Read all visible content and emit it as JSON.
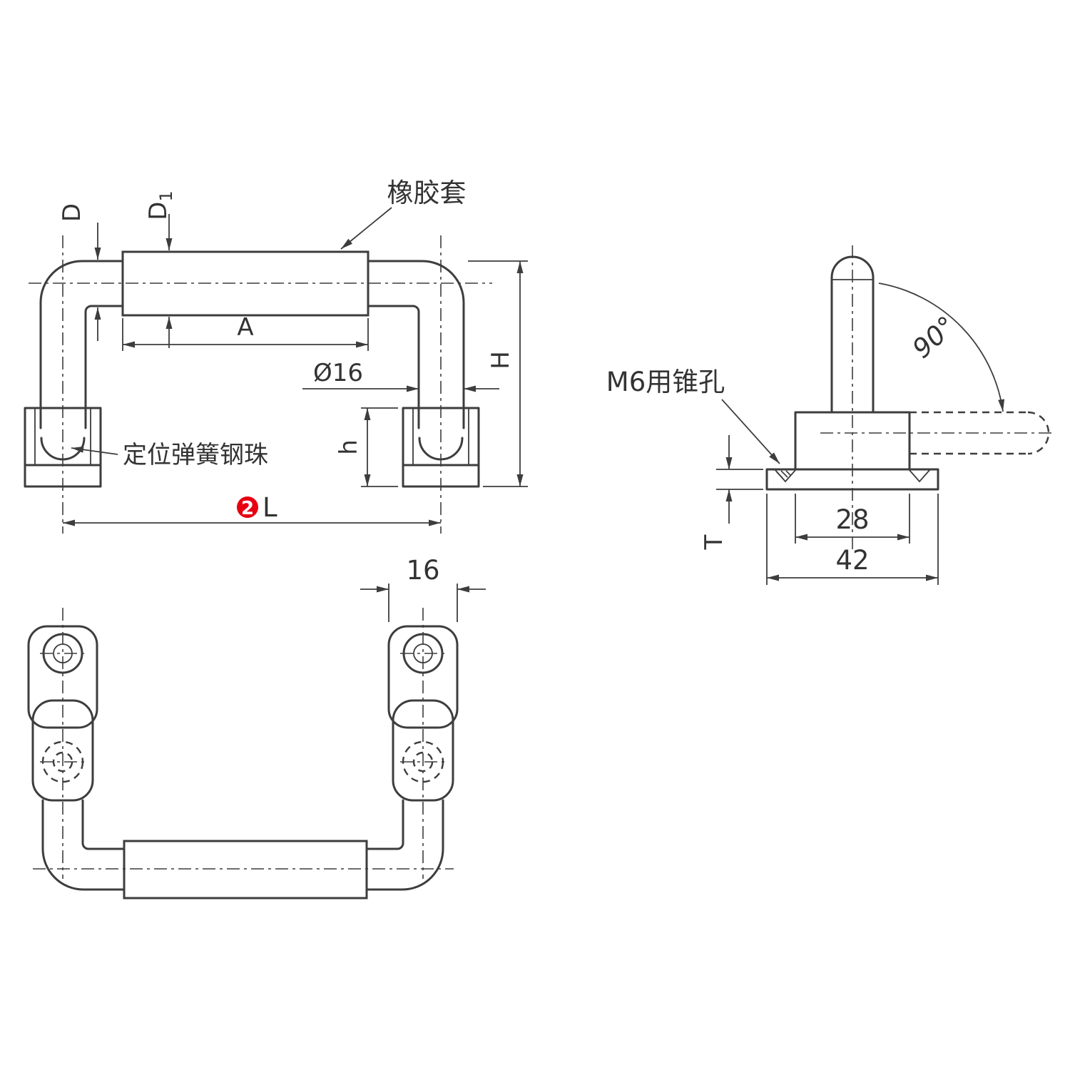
{
  "labels": {
    "rubber_sleeve": "橡胶套",
    "positioning_spring_ball": "定位弹簧钢珠",
    "m6_taper_hole": "M6用锥孔"
  },
  "dims": {
    "D": "D",
    "D1_base": "D",
    "D1_sub": "1",
    "A": "A",
    "dia16": "Ø16",
    "H": "H",
    "h": "h",
    "badge2": "2",
    "L": "L",
    "w16": "16",
    "deg90": "90°",
    "T": "T",
    "w28": "28",
    "w42": "42"
  },
  "colors": {
    "line": "#3d3d3d",
    "text": "#333333",
    "badge_red": "#e60012",
    "background": "#ffffff"
  }
}
